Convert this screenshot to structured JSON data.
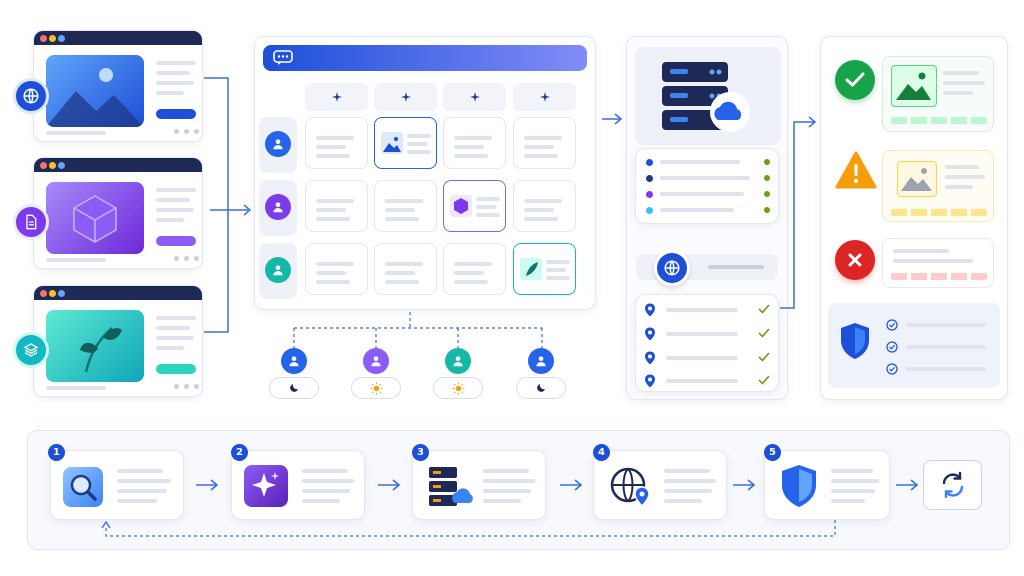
{
  "steps": [
    {
      "number": "1",
      "icon": "magnifier-icon"
    },
    {
      "number": "2",
      "icon": "sparkle-chat-icon"
    },
    {
      "number": "3",
      "icon": "server-cloud-icon"
    },
    {
      "number": "4",
      "icon": "globe-pin-icon"
    },
    {
      "number": "5",
      "icon": "shield-icon"
    }
  ],
  "colors": {
    "primary": "#1d4fd8",
    "navy": "#1e2a55",
    "purple": "#7c3aed",
    "teal": "#14b8c4",
    "green": "#16a34a",
    "amber": "#f59e0b",
    "red": "#dc2626",
    "blue_light": "#3b82f6"
  },
  "icons": {
    "source_1": "globe-icon",
    "source_2": "document-icon",
    "source_3": "layers-icon",
    "chat": "chat-bubble-icon",
    "sparkle": "sparkle-icon",
    "moon": "moon-icon",
    "sun": "sun-icon",
    "check": "check-circle-icon",
    "warning": "warning-triangle-icon",
    "error": "x-circle-icon",
    "refresh": "refresh-icon"
  }
}
